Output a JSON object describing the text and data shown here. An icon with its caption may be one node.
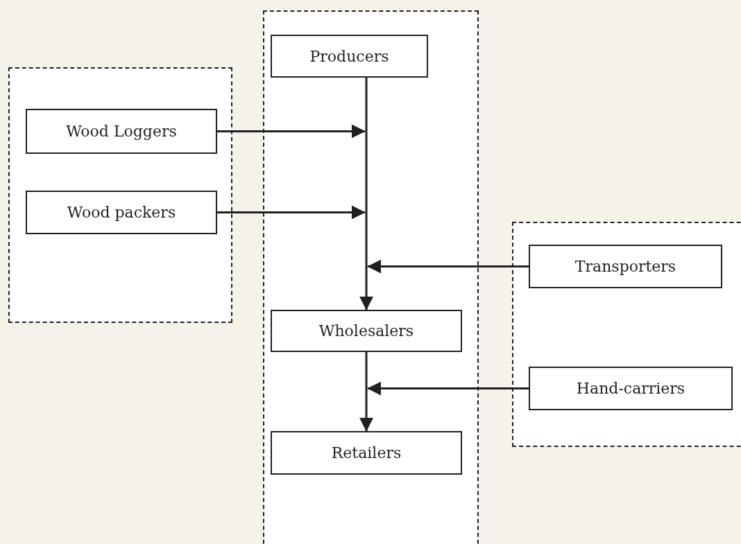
{
  "diagram": {
    "nodes": [
      {
        "text": [],
        "shape": "box"
      },
      {
        "text": [
          "Producers"
        ],
        "in": 0
      },
      {
        "text": [
          "Wholesalers"
        ],
        "in": 0
      },
      {
        "text": [
          "Retailers"
        ],
        "in": 0
      },
      {
        "text": [],
        "shape": "box"
      },
      {
        "text": [
          "Wood Loggers"
        ],
        "in": 4
      },
      {
        "text": [
          "Wood packers"
        ],
        "in": 4
      },
      {
        "text": [],
        "shape": "box"
      },
      {
        "text": [
          "Transporters"
        ],
        "in": 7
      },
      {
        "text": [
          "Hand-carriers"
        ],
        "in": 7
      }
    ],
    "edges": [
      {
        "from": 1,
        "to": 2,
        "arrow": "to"
      },
      {
        "from": 2,
        "to": 3,
        "arrow": "to"
      },
      {
        "from": 5,
        "to": null,
        "arrow": "to"
      },
      {
        "from": 6,
        "to": null,
        "arrow": "to"
      },
      {
        "from": 8,
        "to": null,
        "arrow": "to"
      },
      {
        "from": 9,
        "to": null,
        "arrow": "to"
      }
    ]
  }
}
